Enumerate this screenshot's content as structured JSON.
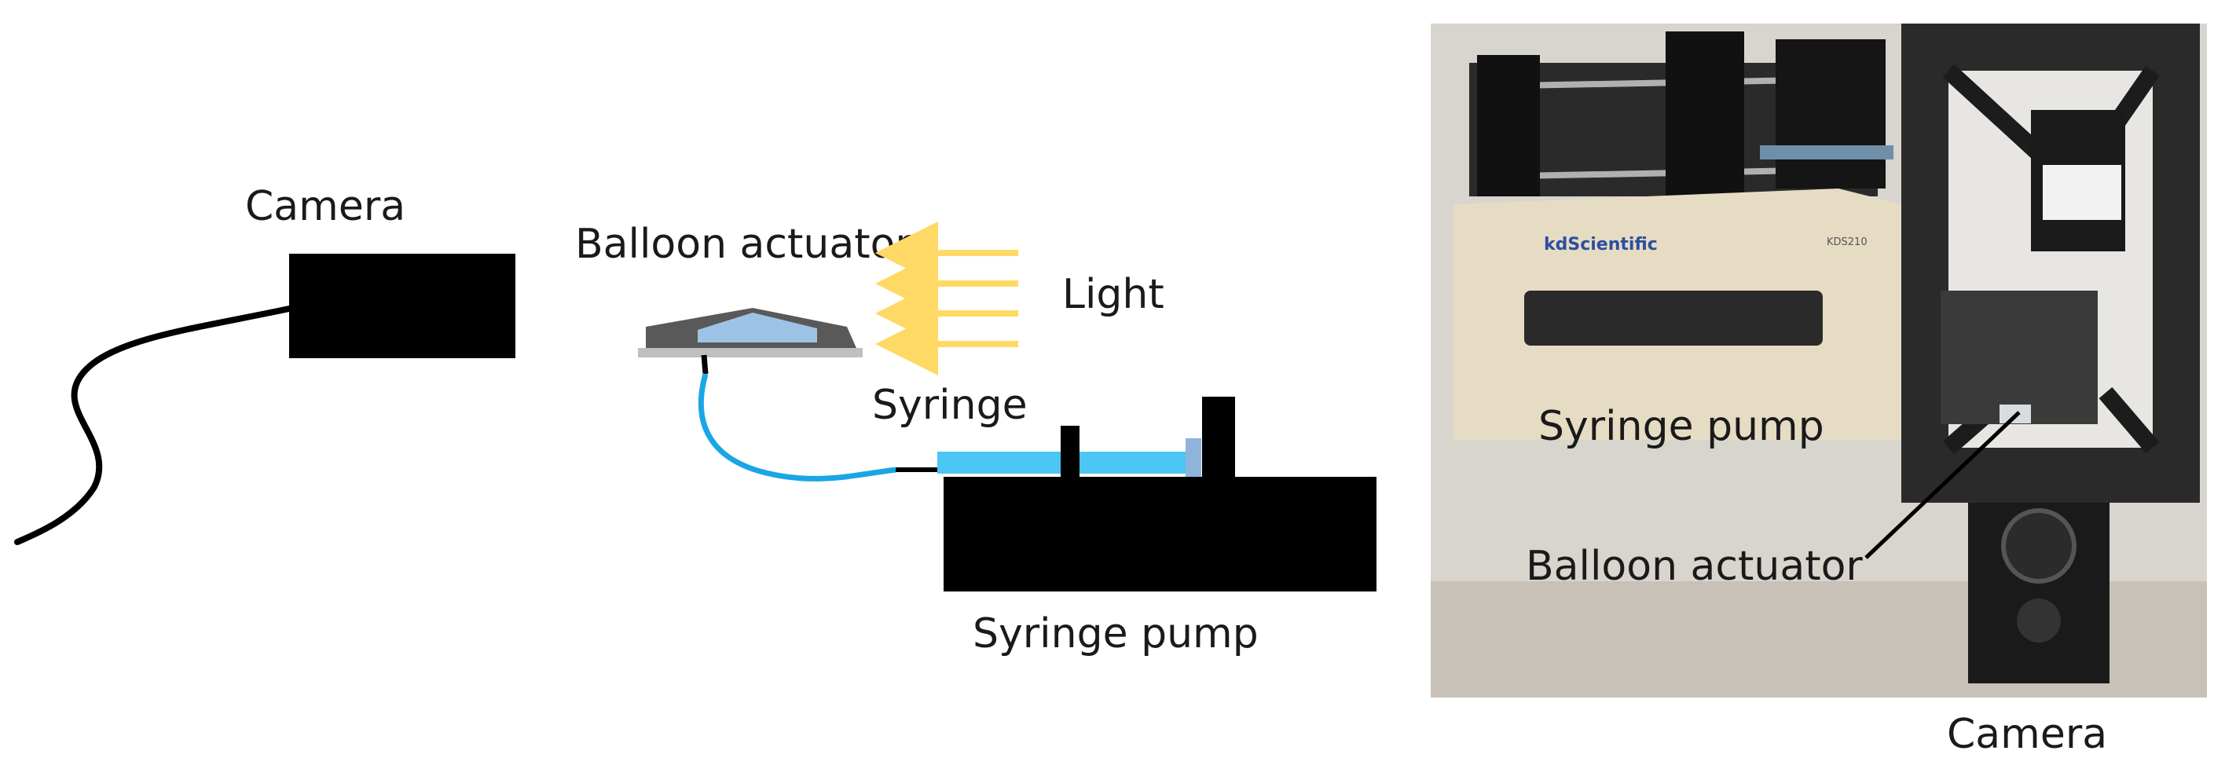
{
  "schematic": {
    "labels": {
      "camera": "Camera",
      "balloon_actuator": "Balloon actuator",
      "light": "Light",
      "syringe": "Syringe",
      "syringe_pump": "Syringe pump"
    },
    "colors": {
      "device_fill": "#000000",
      "tubing": "#1aa6e6",
      "syringe_fluid": "#4cc6f2",
      "plunger": "#8fb4dc",
      "balloon_shell": "#595959",
      "balloon_chamber": "#9cc3e6",
      "balloon_base": "#bfbfbf",
      "light_arrow": "#ffd966"
    },
    "light_arrows": {
      "count": 4,
      "direction": "left"
    }
  },
  "photo": {
    "labels": {
      "syringe_pump": "Syringe pump",
      "balloon_actuator": "Balloon actuator",
      "camera": "Camera",
      "pump_brand": "kdScientific",
      "pump_model": "KDS210"
    }
  }
}
